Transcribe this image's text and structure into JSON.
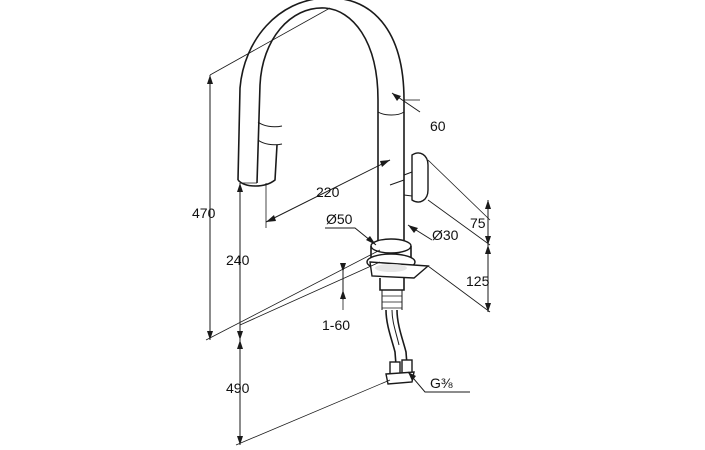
{
  "dimensions": {
    "total_height": "470",
    "spout_height": "240",
    "below_counter": "490",
    "reach": "220",
    "pullout_width": "60",
    "handle_height": "75",
    "base_height": "125",
    "base_diameter": "Ø50",
    "body_diameter": "Ø30",
    "counter_thickness": "1-60",
    "connection": "G⅜"
  }
}
